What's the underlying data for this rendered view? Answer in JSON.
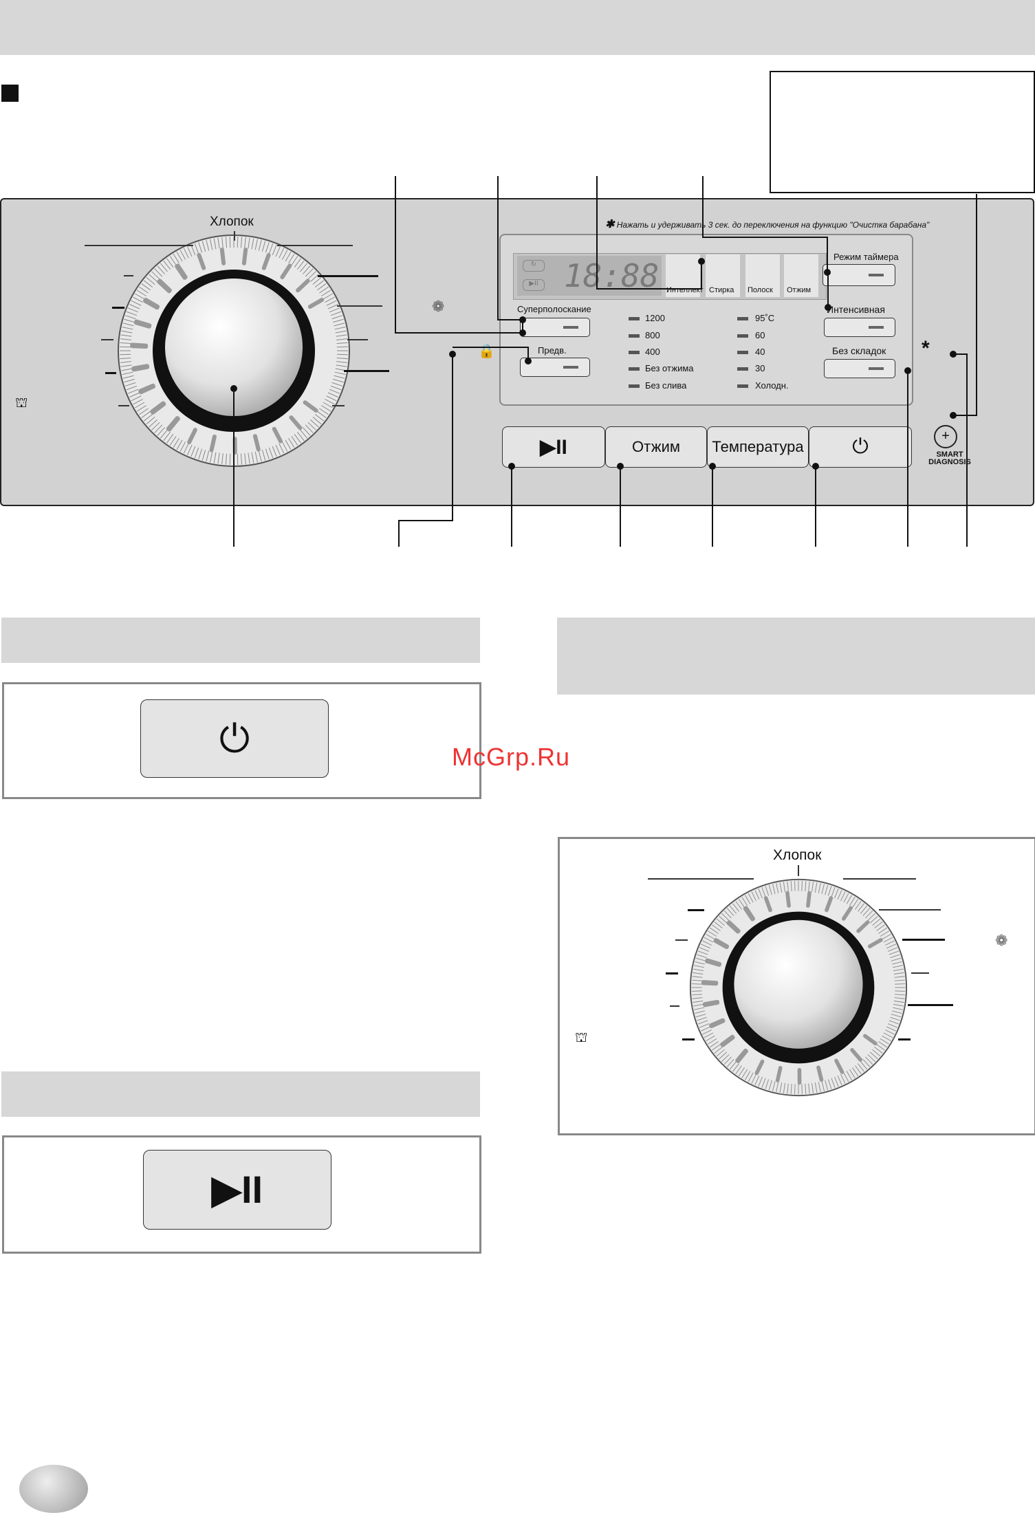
{
  "panel": {
    "program_top": "Хлопок",
    "hint": "Нажать и удерживать 3 сек. до переключения на функцию  \"Очистка барабана\"",
    "display_digits": "18:88",
    "stages": [
      "Интеллект",
      "Стирка",
      "Полоск",
      "Отжим"
    ],
    "timer_label": "Режим таймера",
    "superrinse_label": "Суперполоскание",
    "prewash_label": "Предв.",
    "intensive_label": "Интенсивная",
    "crease_label": "Без складок",
    "spin_options": [
      "1200",
      "800",
      "400",
      "Без отжима",
      "Без слива"
    ],
    "temp_options": [
      "95˚C",
      "60",
      "40",
      "30",
      "Холодн."
    ],
    "start_pause_symbol": "▶II",
    "spin_button": "Отжим",
    "temp_button": "Температура",
    "power_symbol": "⏻",
    "smart_diagnosis": "SMART DIAGNOSIS",
    "star": "*"
  },
  "lower": {
    "watermark": "McGrp.Ru",
    "dial_label": "Хлопок"
  },
  "colors": {
    "header_gray": "#d7d7d7",
    "panel_gray": "#d2d2d2",
    "watermark_red": "#e33333"
  },
  "icons": [
    "square-bullet-icon",
    "lock-icon",
    "smart-diagnosis-icon",
    "wool-icon",
    "shirt-icon",
    "power-icon",
    "play-pause-icon"
  ]
}
